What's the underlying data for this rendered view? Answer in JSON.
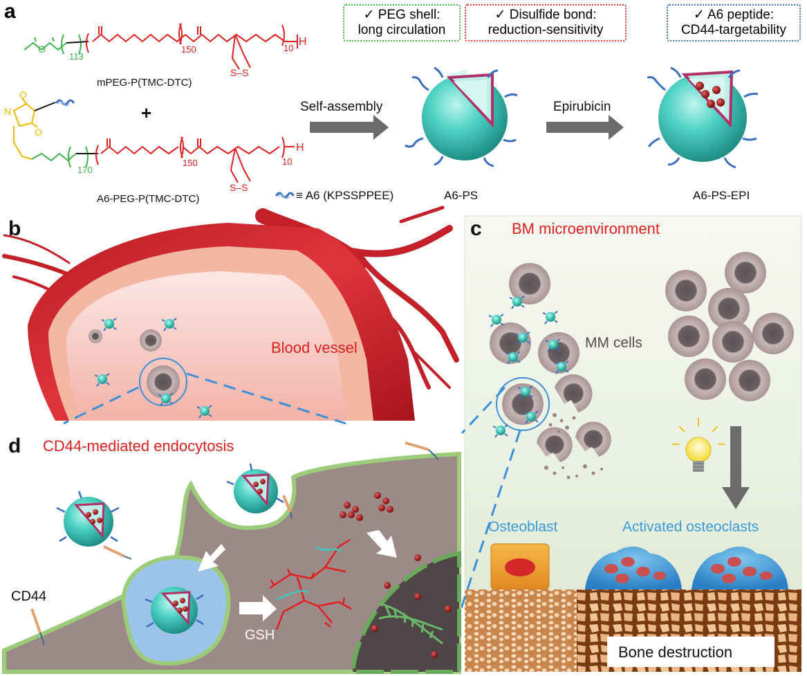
{
  "panels": {
    "a": "a",
    "b": "b",
    "c": "c",
    "d": "d"
  },
  "features": [
    {
      "text": "✓  PEG shell:\nlong circulation",
      "line1": "✓  PEG shell:",
      "line2": "long circulation",
      "color": "#3db34a"
    },
    {
      "text": "",
      "line1": "✓  Disulfide bond:",
      "line2": "reduction-sensitivity",
      "color": "#e03030"
    },
    {
      "line1": "✓  A6 peptide:",
      "line2": "CD44-targetability",
      "color": "#3c6fb0"
    }
  ],
  "chem": {
    "polymer1": "mPEG-P(TMC-DTC)",
    "polymer2": "A6-PEG-P(TMC-DTC)",
    "plus": "+",
    "n113": "113",
    "n170": "170",
    "n150a": "150",
    "n150b": "150",
    "n10a": "10",
    "n10b": "10",
    "ss": "S–S",
    "legend": "≡ A6 (KPSSPPEE)"
  },
  "steps": {
    "self_assembly": "Self-assembly",
    "epirubicin": "Epirubicin",
    "ps": "A6-PS",
    "ps_epi": "A6-PS-EPI"
  },
  "panel_b": {
    "vessel": "Blood vessel"
  },
  "panel_c": {
    "title": "BM microenvironment",
    "cells": "MM cells",
    "osteoblast": "Osteoblast",
    "osteoclasts": "Activated osteoclasts",
    "bone": "Bone destruction"
  },
  "panel_d": {
    "title": "CD44-mediated endocytosis",
    "cd44": "CD44",
    "gsh": "GSH"
  },
  "colors": {
    "peg_green": "#3db34a",
    "polymer_red": "#e02020",
    "linker_yellow": "#f0b800",
    "particle_teal": "#3ec9bd",
    "membrane_magenta": "#b0306a",
    "vessel_red": "#d8232f",
    "label_blue": "#3a9ad9",
    "cell_brown": "#8e7a72",
    "drug_red": "#9c1010"
  },
  "icons": [
    "peptide-icon",
    "arrow-icon",
    "lightbulb-icon",
    "micelle-icon"
  ]
}
